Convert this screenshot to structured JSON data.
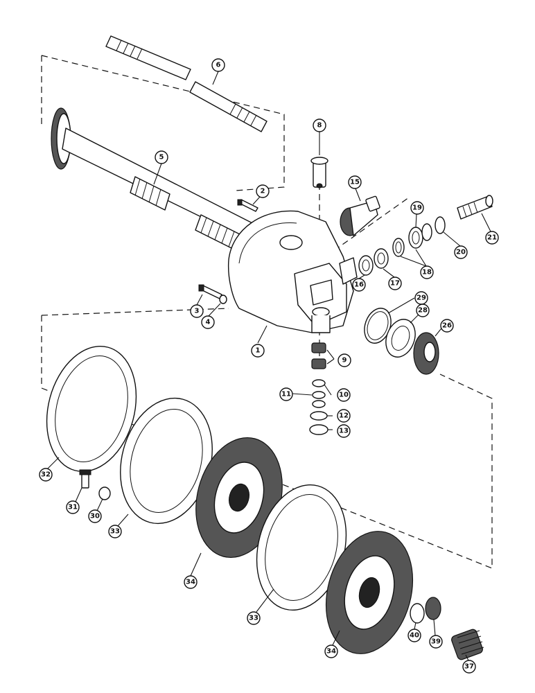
{
  "callouts": [
    {
      "id": "c1",
      "label": "1"
    },
    {
      "id": "c2",
      "label": "2"
    },
    {
      "id": "c3",
      "label": "3"
    },
    {
      "id": "c4",
      "label": "4"
    },
    {
      "id": "c5",
      "label": "5"
    },
    {
      "id": "c6",
      "label": "6"
    },
    {
      "id": "c8",
      "label": "8"
    },
    {
      "id": "c9",
      "label": "9"
    },
    {
      "id": "c10",
      "label": "10"
    },
    {
      "id": "c11",
      "label": "11"
    },
    {
      "id": "c12",
      "label": "12"
    },
    {
      "id": "c13",
      "label": "13"
    },
    {
      "id": "c15",
      "label": "15"
    },
    {
      "id": "c16",
      "label": "16"
    },
    {
      "id": "c17",
      "label": "17"
    },
    {
      "id": "c18",
      "label": "18"
    },
    {
      "id": "c19",
      "label": "19"
    },
    {
      "id": "c20",
      "label": "20"
    },
    {
      "id": "c21",
      "label": "21"
    },
    {
      "id": "c26",
      "label": "26"
    },
    {
      "id": "c28",
      "label": "28"
    },
    {
      "id": "c29",
      "label": "29"
    },
    {
      "id": "c30",
      "label": "30"
    },
    {
      "id": "c31",
      "label": "31"
    },
    {
      "id": "c32",
      "label": "32"
    },
    {
      "id": "c33a",
      "label": "33"
    },
    {
      "id": "c33b",
      "label": "33"
    },
    {
      "id": "c34a",
      "label": "34"
    },
    {
      "id": "c34b",
      "label": "34"
    },
    {
      "id": "c37",
      "label": "37"
    },
    {
      "id": "c39",
      "label": "39"
    },
    {
      "id": "c40",
      "label": "40"
    }
  ]
}
